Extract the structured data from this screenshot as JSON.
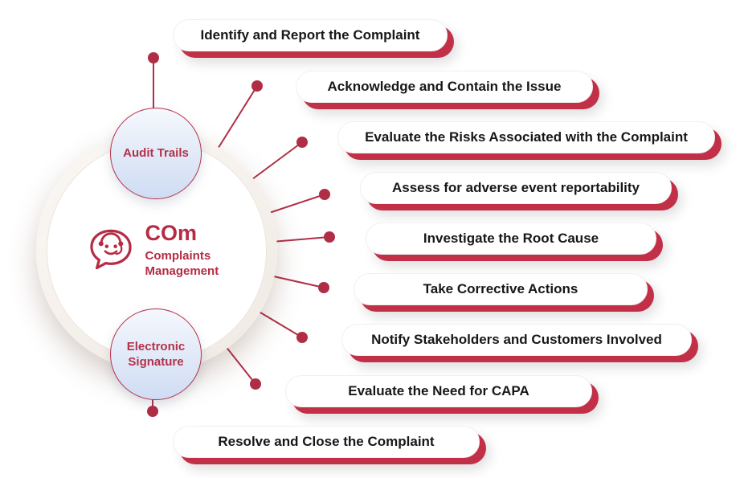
{
  "center": {
    "icon": "chat-smiley-headset-icon",
    "title": "COm",
    "subtitle": "Complaints Management"
  },
  "satellites": [
    {
      "label": "Audit Trails"
    },
    {
      "label": "Electronic Signature"
    }
  ],
  "steps": [
    {
      "label": "Identify and Report the Complaint"
    },
    {
      "label": "Acknowledge and Contain the Issue"
    },
    {
      "label": "Evaluate the Risks Associated with the Complaint"
    },
    {
      "label": "Assess for adverse event reportability"
    },
    {
      "label": "Investigate the Root Cause"
    },
    {
      "label": "Take Corrective Actions"
    },
    {
      "label": "Notify Stakeholders and Customers Involved"
    },
    {
      "label": "Evaluate the Need for CAPA"
    },
    {
      "label": "Resolve and Close the Complaint"
    }
  ],
  "colors": {
    "accent": "#b52c44",
    "pill_shadow": "#c23048",
    "text": "#171717",
    "satellite_fill": "#d8e3f5"
  }
}
